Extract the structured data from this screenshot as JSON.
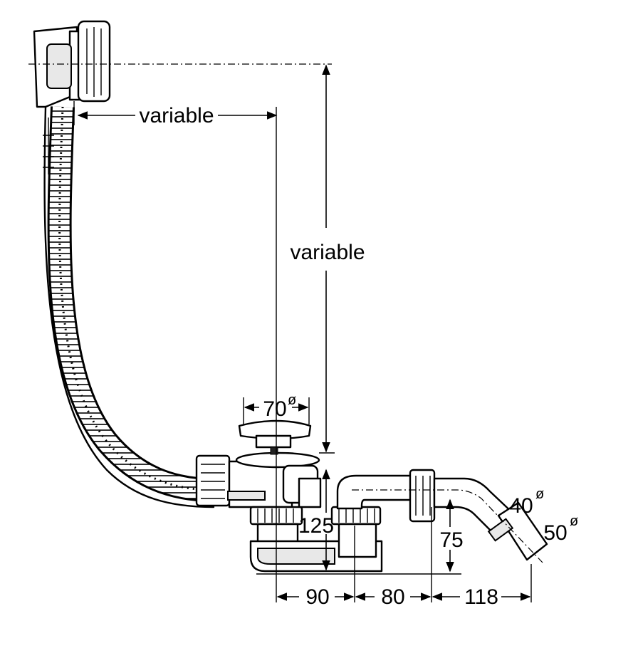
{
  "labels": {
    "horizontal_length": "variable",
    "vertical_length": "variable",
    "waste_diameter": "70",
    "waste_diameter_symbol": "ø",
    "outlet_diameter_small": "40",
    "outlet_diameter_small_symbol": "ø",
    "outlet_diameter_large": "50",
    "outlet_diameter_large_symbol": "ø",
    "height_waste": "125",
    "height_outlet": "75",
    "width_trap": "90",
    "width_elbow": "80",
    "width_outlet": "118"
  },
  "colors": {
    "line": "#000000",
    "background": "#ffffff",
    "shade": "#e8e8e8"
  }
}
